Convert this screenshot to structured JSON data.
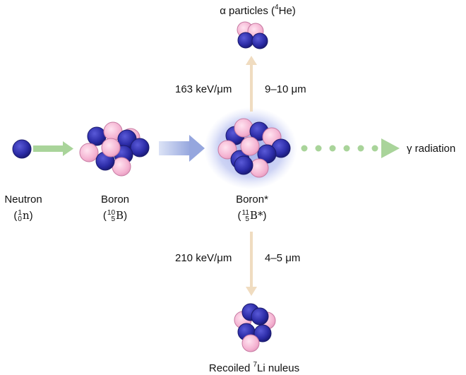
{
  "alpha_label": {
    "prefix": "α particles (",
    "mass": "4",
    "element": "He",
    "suffix": ")"
  },
  "alpha_path": {
    "let": "163 keV/μm",
    "range": "9–10 μm"
  },
  "li_path": {
    "let": "210 keV/μm",
    "range": "4–5 μm"
  },
  "gamma_label": "γ radiation",
  "neutron": {
    "name": "Neutron",
    "mass": "1",
    "charge": "0",
    "symbol": "n"
  },
  "boron": {
    "name": "Boron",
    "mass": "10",
    "charge": "5",
    "symbol": "B"
  },
  "boron_excited": {
    "name": "Boron*",
    "mass": "11",
    "charge": "5",
    "symbol": "B*"
  },
  "li_label": {
    "prefix": "Recoiled ",
    "mass": "7",
    "text": "Li nuleus"
  },
  "colors": {
    "neutron": "#2f2fa8",
    "proton": "#f6b9d6",
    "neutron_arrow": "#a9d49a",
    "capture_arrow": "#a8b6e2",
    "decay_arrow": "#f0dcc0",
    "gamma": "#a9d49a",
    "glow": "#9ba8ea"
  }
}
